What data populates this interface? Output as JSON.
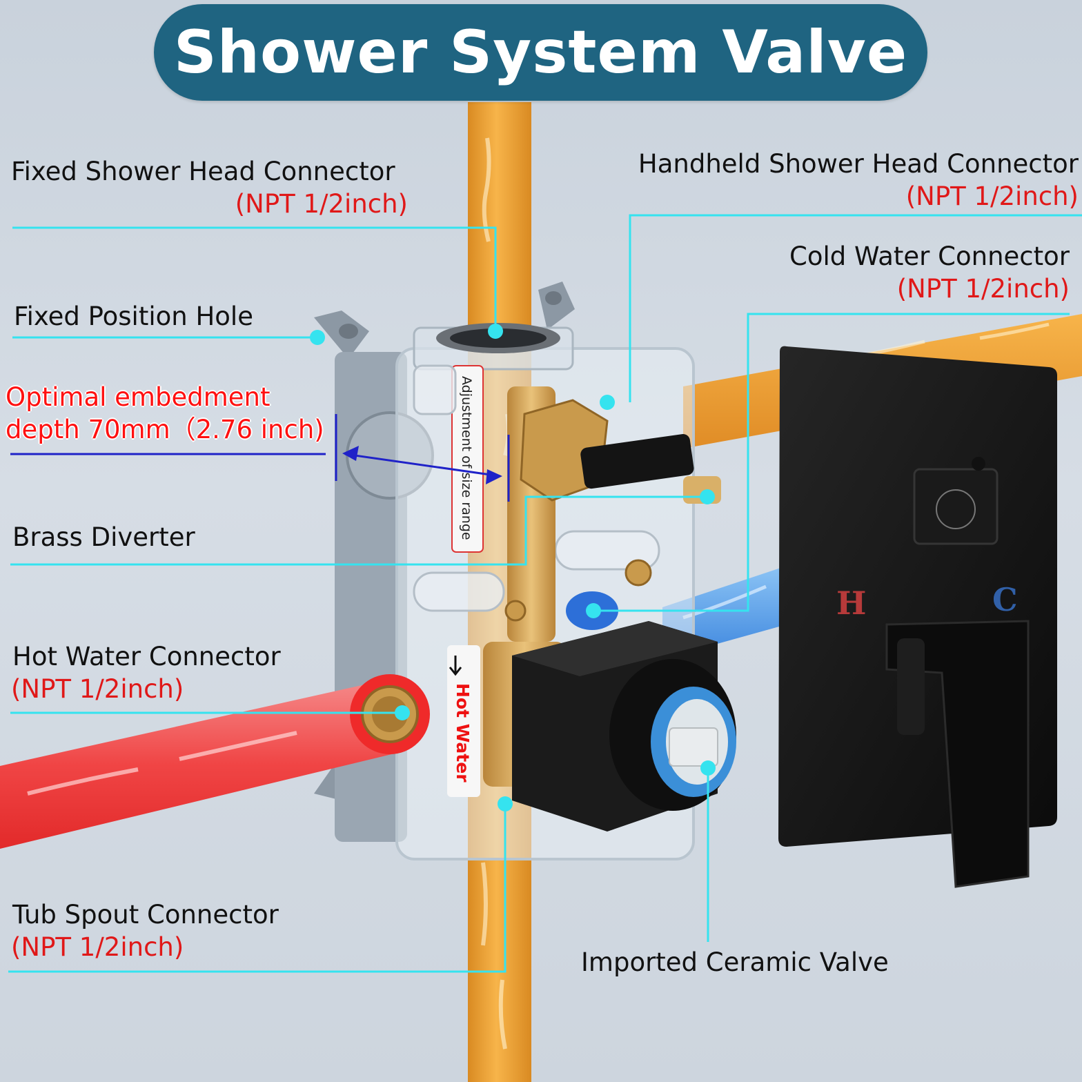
{
  "title": "Shower System Valve",
  "callouts": {
    "fixed_shower_head": {
      "label": "Fixed Shower Head Connector",
      "spec": "(NPT 1/2inch)"
    },
    "handheld_shower_head": {
      "label": "Handheld Shower Head Connector",
      "spec": "(NPT 1/2inch)"
    },
    "cold_water": {
      "label": "Cold Water Connector",
      "spec": "(NPT 1/2inch)"
    },
    "fixed_position_hole": {
      "label": "Fixed Position Hole"
    },
    "embedment_depth": {
      "line1": "Optimal embedment",
      "line2": "depth 70mm（2.76 inch)"
    },
    "brass_diverter": {
      "label": "Brass Diverter"
    },
    "hot_water": {
      "label": "Hot Water Connector",
      "spec": "(NPT 1/2inch)"
    },
    "tub_spout": {
      "label": "Tub Spout Connector",
      "spec": "(NPT 1/2inch)"
    },
    "ceramic_valve": {
      "label": "Imported Ceramic Valve"
    }
  },
  "box_labels": {
    "size_range": "Adjustment of size range",
    "hot_water_arrow": "Hot Water"
  },
  "trim_plate": {
    "hot_mark": "H",
    "cold_mark": "C"
  },
  "colors": {
    "title_bg": "#1f6481",
    "leader_line": "#35e3ef",
    "spec_text": "#e01818",
    "depth_text": "#ff1010",
    "pipe_copper": "#f0a238",
    "pipe_hot": "#f04848",
    "pipe_cold": "#4c9ae8",
    "trim_black": "#141414"
  }
}
